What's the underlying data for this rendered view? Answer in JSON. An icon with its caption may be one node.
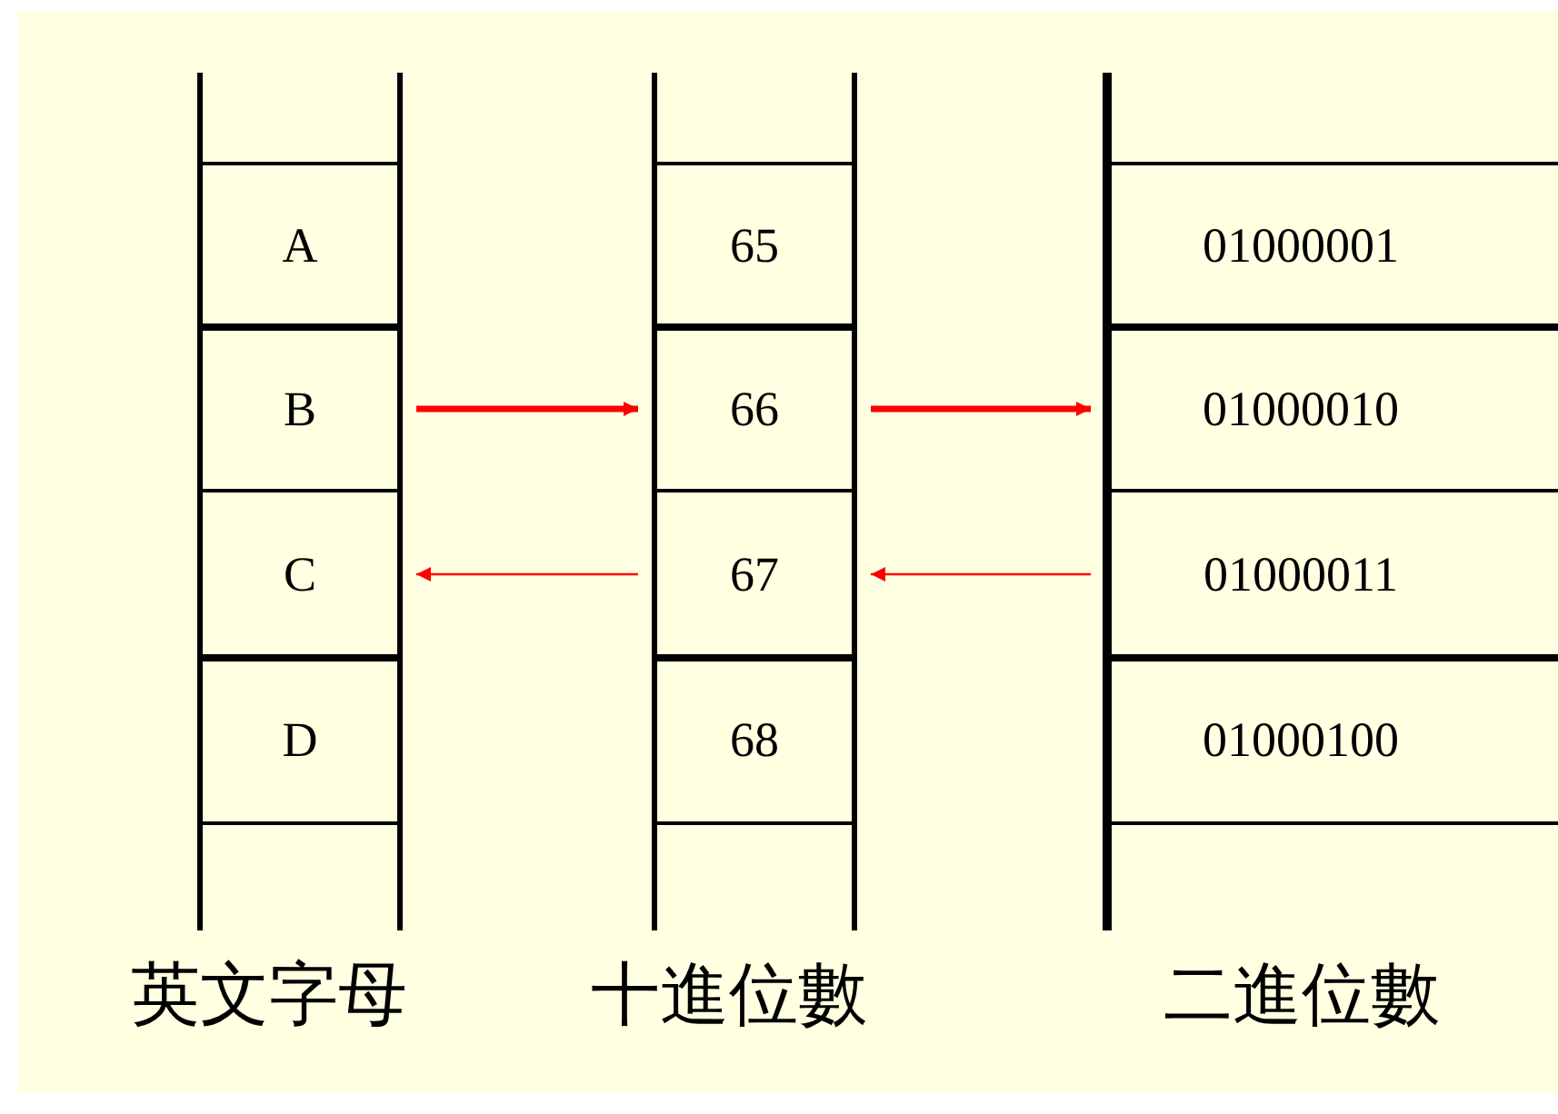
{
  "diagram": {
    "nodes": [
      {
        "text": [
          "A"
        ]
      },
      {
        "text": [
          "B"
        ]
      },
      {
        "text": [
          "C"
        ]
      },
      {
        "text": [
          "D"
        ]
      },
      {
        "text": [
          "65"
        ]
      },
      {
        "text": [
          "66"
        ]
      },
      {
        "text": [
          "67"
        ]
      },
      {
        "text": [
          "68"
        ]
      },
      {
        "text": [
          "01000001"
        ]
      },
      {
        "text": [
          "01000010"
        ]
      },
      {
        "text": [
          "01000011"
        ]
      },
      {
        "text": [
          "01000100"
        ]
      }
    ],
    "edges": [
      {
        "from": 1,
        "to": 5,
        "arrow": "to",
        "style": "thick"
      },
      {
        "from": 5,
        "to": 9,
        "arrow": "to",
        "style": "thick"
      },
      {
        "from": 6,
        "to": 2,
        "arrow": "to"
      },
      {
        "from": 10,
        "to": 6,
        "arrow": "to"
      }
    ],
    "labels": [
      "英文字母",
      "十進位數",
      "二進位數"
    ]
  }
}
